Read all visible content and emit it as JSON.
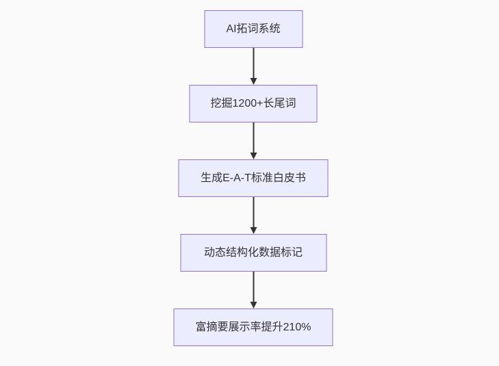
{
  "diagram": {
    "type": "flowchart",
    "direction": "top-down",
    "nodes": [
      {
        "id": "A",
        "label": "AI拓词系统"
      },
      {
        "id": "B",
        "label": "挖掘1200+长尾词"
      },
      {
        "id": "C",
        "label": "生成E-A-T标准白皮书"
      },
      {
        "id": "D",
        "label": "动态结构化数据标记"
      },
      {
        "id": "E",
        "label": "富摘要展示率提升210%"
      }
    ],
    "edges": [
      {
        "from": "A",
        "to": "B"
      },
      {
        "from": "B",
        "to": "C"
      },
      {
        "from": "C",
        "to": "D"
      },
      {
        "from": "D",
        "to": "E"
      }
    ],
    "colors": {
      "background": "#fafafa",
      "node_fill": "#ececff",
      "node_border": "#9370db",
      "node_text": "#333333",
      "edge": "#333333"
    }
  }
}
